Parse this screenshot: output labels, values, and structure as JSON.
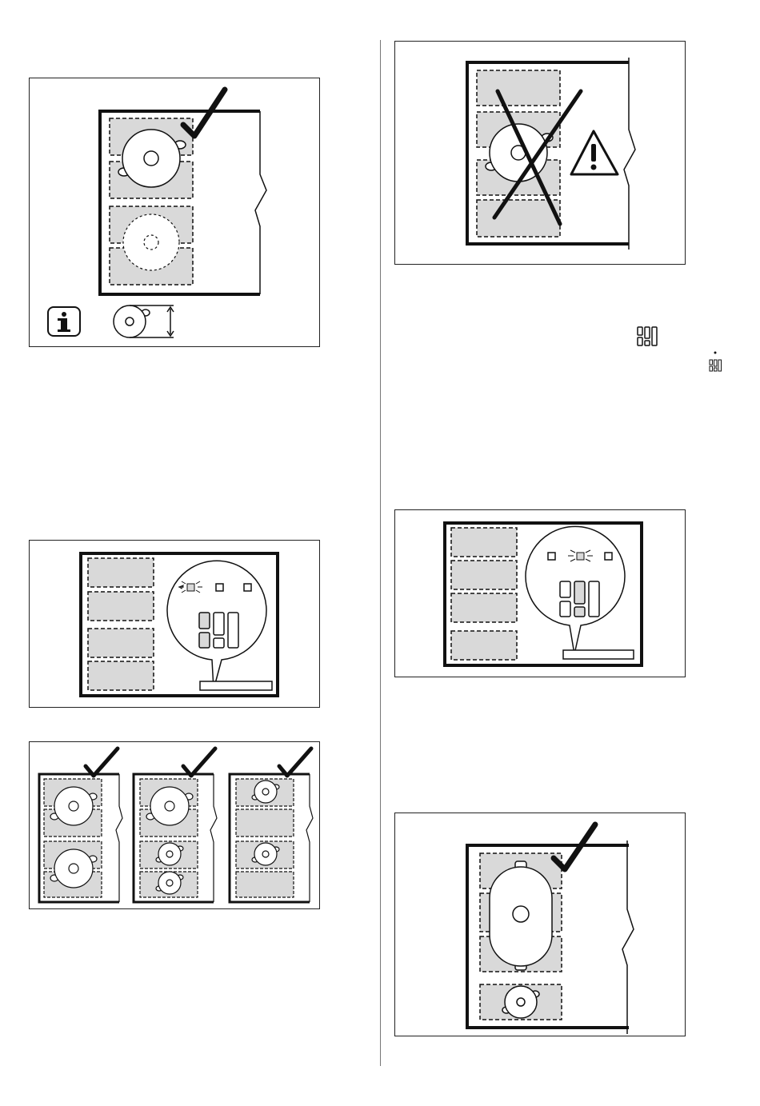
{
  "page": {
    "background": "#ffffff",
    "line_color": "#111111",
    "zone_fill": "#d9d9d9"
  },
  "figures": [
    {
      "id": "fig-pan-correct-placement",
      "icons": [
        "checkmark-icon",
        "info-icon",
        "pan-height-icon"
      ]
    },
    {
      "id": "fig-pan-wrong-placement",
      "icons": [
        "cross-out-icon",
        "warning-triangle-icon"
      ]
    },
    {
      "id": "fig-control-panel-left",
      "icons": [
        "flashing-indicator-icon"
      ]
    },
    {
      "id": "fig-control-panel-right",
      "icons": [
        "flashing-indicator-icon"
      ]
    },
    {
      "id": "fig-three-layouts",
      "icons": [
        "checkmark-icon",
        "checkmark-icon",
        "checkmark-icon"
      ]
    },
    {
      "id": "fig-oval-roaster",
      "icons": [
        "checkmark-icon"
      ]
    }
  ],
  "inline_symbols": [
    "bridge-zone-symbol",
    "bridge-zone-symbol-small"
  ]
}
